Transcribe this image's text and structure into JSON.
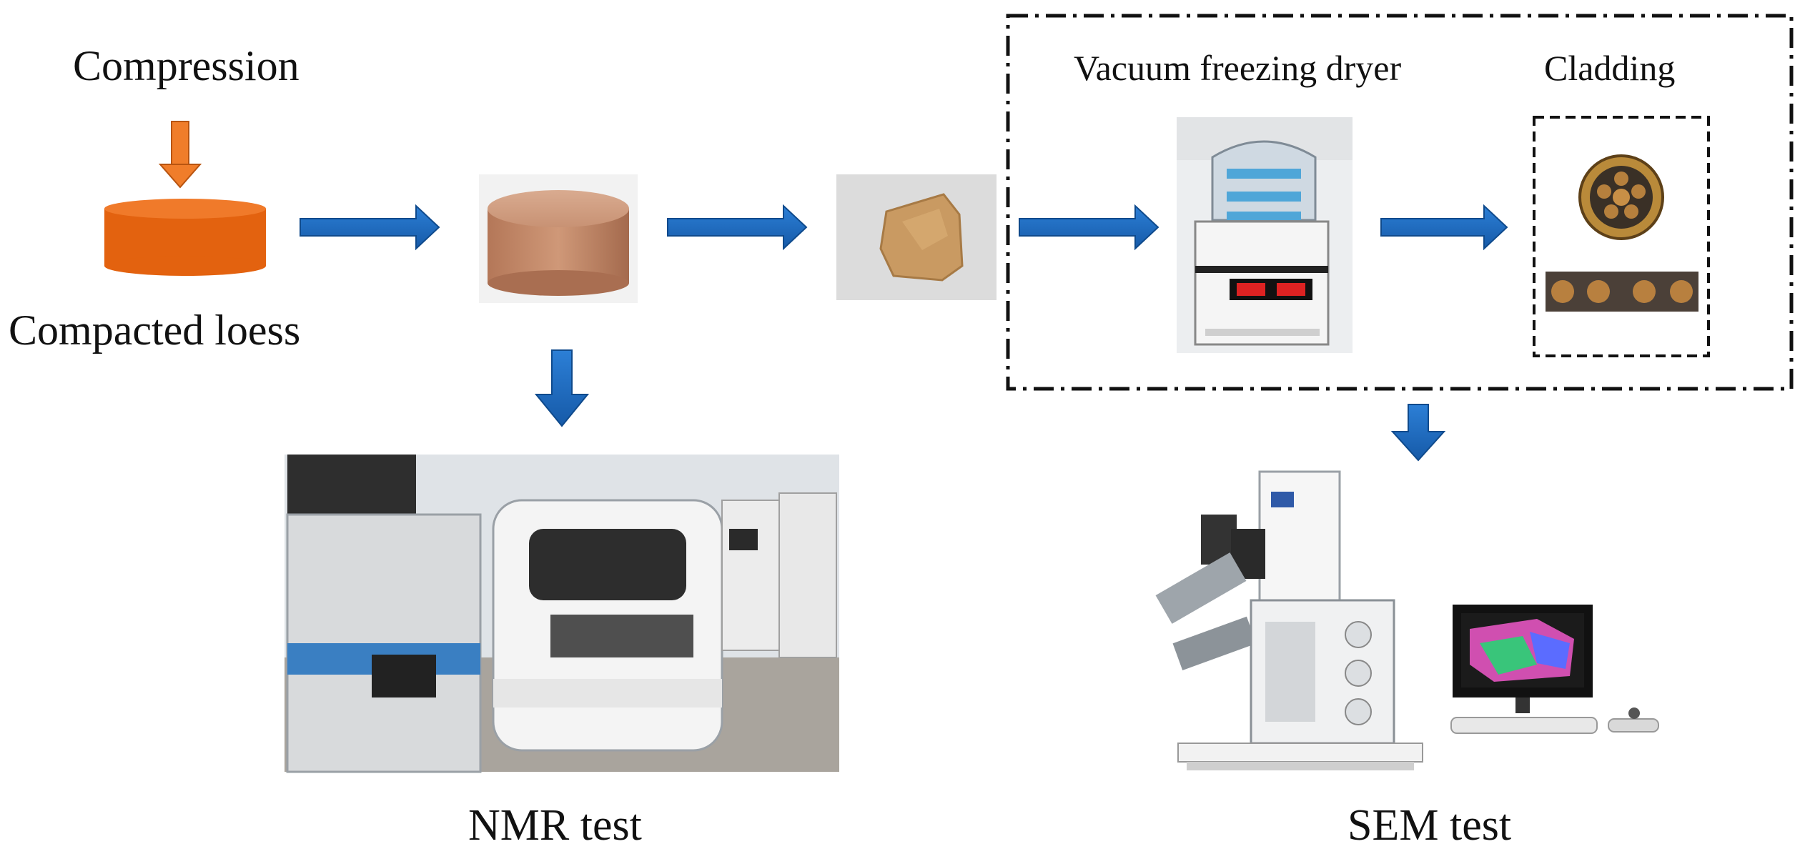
{
  "labels": {
    "compression": "Compression",
    "compacted_loess": "Compacted loess",
    "vacuum_dryer": "Vacuum freezing dryer",
    "cladding": "Cladding",
    "nmr_test": "NMR test",
    "sem_test": "SEM test"
  },
  "colors": {
    "arrow_blue": "#1f6cc4",
    "arrow_orange": "#e8701e",
    "specimen_orange": "#e3620f",
    "dashed_border": "#111111"
  },
  "icons": {
    "compression_arrow": "down-arrow-icon",
    "flow_arrow": "right-arrow-icon",
    "branch_arrow": "down-arrow-icon"
  }
}
